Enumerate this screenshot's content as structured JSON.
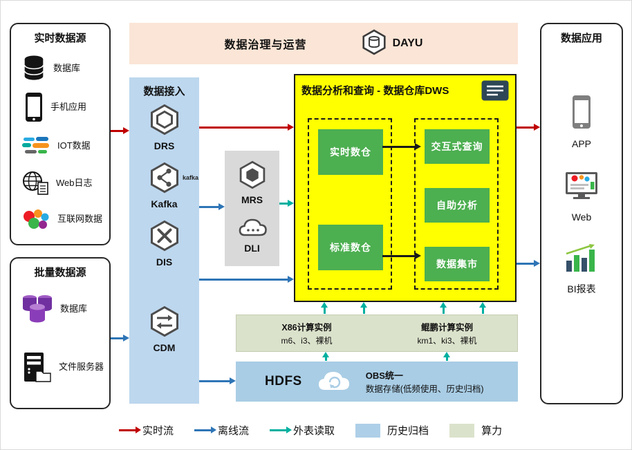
{
  "realtime_sources": {
    "title": "实时数据源",
    "items": [
      {
        "label": "数据库",
        "icon": "database-icon"
      },
      {
        "label": "手机应用",
        "icon": "mobile-app-icon"
      },
      {
        "label": "IOT数据",
        "icon": "iot-icon"
      },
      {
        "label": "Web日志",
        "icon": "web-log-icon"
      },
      {
        "label": "互联网数据",
        "icon": "internet-data-icon"
      }
    ]
  },
  "batch_sources": {
    "title": "批量数据源",
    "items": [
      {
        "label": "数据库",
        "icon": "purple-database-icon"
      },
      {
        "label": "文件服务器",
        "icon": "file-server-icon"
      }
    ]
  },
  "governance": {
    "title": "数据治理与运营",
    "product": "DAYU",
    "icon": "dayu-hexagon-icon"
  },
  "data_access": {
    "title": "数据接入",
    "services": [
      {
        "label": "DRS",
        "icon": "drs-hexagon-icon"
      },
      {
        "label": "Kafka",
        "icon": "kafka-hexagon-icon",
        "badge": "kafka"
      },
      {
        "label": "DIS",
        "icon": "dis-hexagon-icon"
      },
      {
        "label": "CDM",
        "icon": "cdm-hexagon-icon"
      }
    ]
  },
  "middleware": {
    "services": [
      {
        "label": "MRS",
        "icon": "mrs-hexagon-icon"
      },
      {
        "label": "DLI",
        "icon": "dli-cloud-icon"
      }
    ]
  },
  "dws": {
    "title": "数据分析和查询 - 数据仓库DWS",
    "left_group": [
      "实时数仓",
      "标准数仓"
    ],
    "right_group": [
      "交互式查询",
      "自助分析",
      "数据集市"
    ]
  },
  "compute": {
    "x86_title": "X86计算实例",
    "x86_detail": "m6、i3、裸机",
    "kunpeng_title": "鲲鹏计算实例",
    "kunpeng_detail": "km1、ki3、裸机"
  },
  "storage": {
    "hdfs_label": "HDFS",
    "obs_title": "OBS统一",
    "obs_detail": "数据存储(低频使用、历史归档)"
  },
  "applications": {
    "title": "数据应用",
    "items": [
      {
        "label": "APP",
        "icon": "app-phone-icon"
      },
      {
        "label": "Web",
        "icon": "web-monitor-icon"
      },
      {
        "label": "BI报表",
        "icon": "bi-report-icon"
      }
    ]
  },
  "legend": {
    "items": [
      {
        "label": "实时流",
        "type": "arrow",
        "color": "#c00000"
      },
      {
        "label": "离线流",
        "type": "arrow",
        "color": "#2e75b6"
      },
      {
        "label": "外表读取",
        "type": "arrow",
        "color": "#00b0a0"
      },
      {
        "label": "历史归档",
        "type": "swatch",
        "color": "#aecfe8"
      },
      {
        "label": "算力",
        "type": "swatch",
        "color": "#dbe2cb"
      }
    ]
  },
  "colors": {
    "realtime_flow": "#c00000",
    "offline_flow": "#2e75b6",
    "external_read": "#00b0a0",
    "governance_bg": "#fbe5d6",
    "access_bg": "#bdd7ee",
    "middleware_bg": "#d9d9d9",
    "dws_bg": "#ffff00",
    "warehouse_green": "#4caf50",
    "compute_bg": "#dbe2cb",
    "storage_bg": "#a9cde5"
  }
}
